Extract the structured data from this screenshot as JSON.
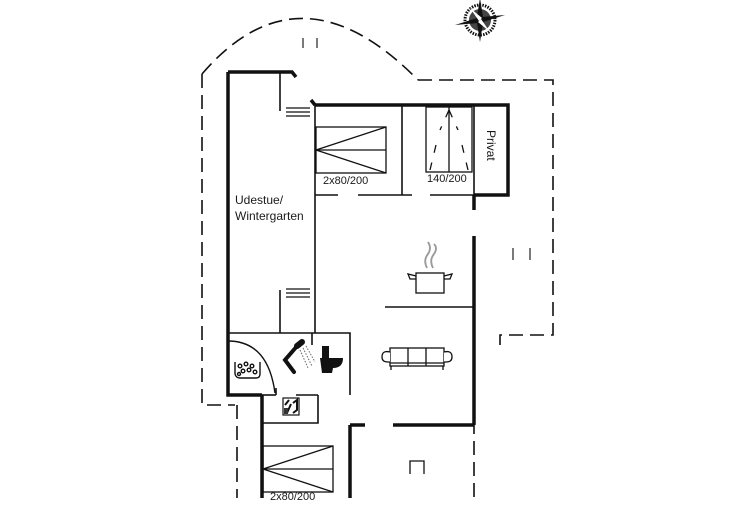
{
  "floorplan": {
    "compass": {
      "icon": "compass-rose-icon"
    },
    "rooms": {
      "wintergarden": {
        "label_line1": "Udestue/",
        "label_line2": "Wintergarten"
      },
      "bedroom_top_left": {
        "bed_label": "2x80/200"
      },
      "bedroom_top_middle": {
        "bed_label": "140/200"
      },
      "private_room": {
        "label": "Privat"
      },
      "bedroom_bottom": {
        "bed_label": "2x80/200"
      }
    },
    "symbols": [
      "compass-rose-icon",
      "cooking-pot-icon",
      "sofa-icon",
      "shower-icon",
      "toilet-icon",
      "whirlpool-icon",
      "washing-machine-icon",
      "terrace-marker-icon"
    ]
  }
}
